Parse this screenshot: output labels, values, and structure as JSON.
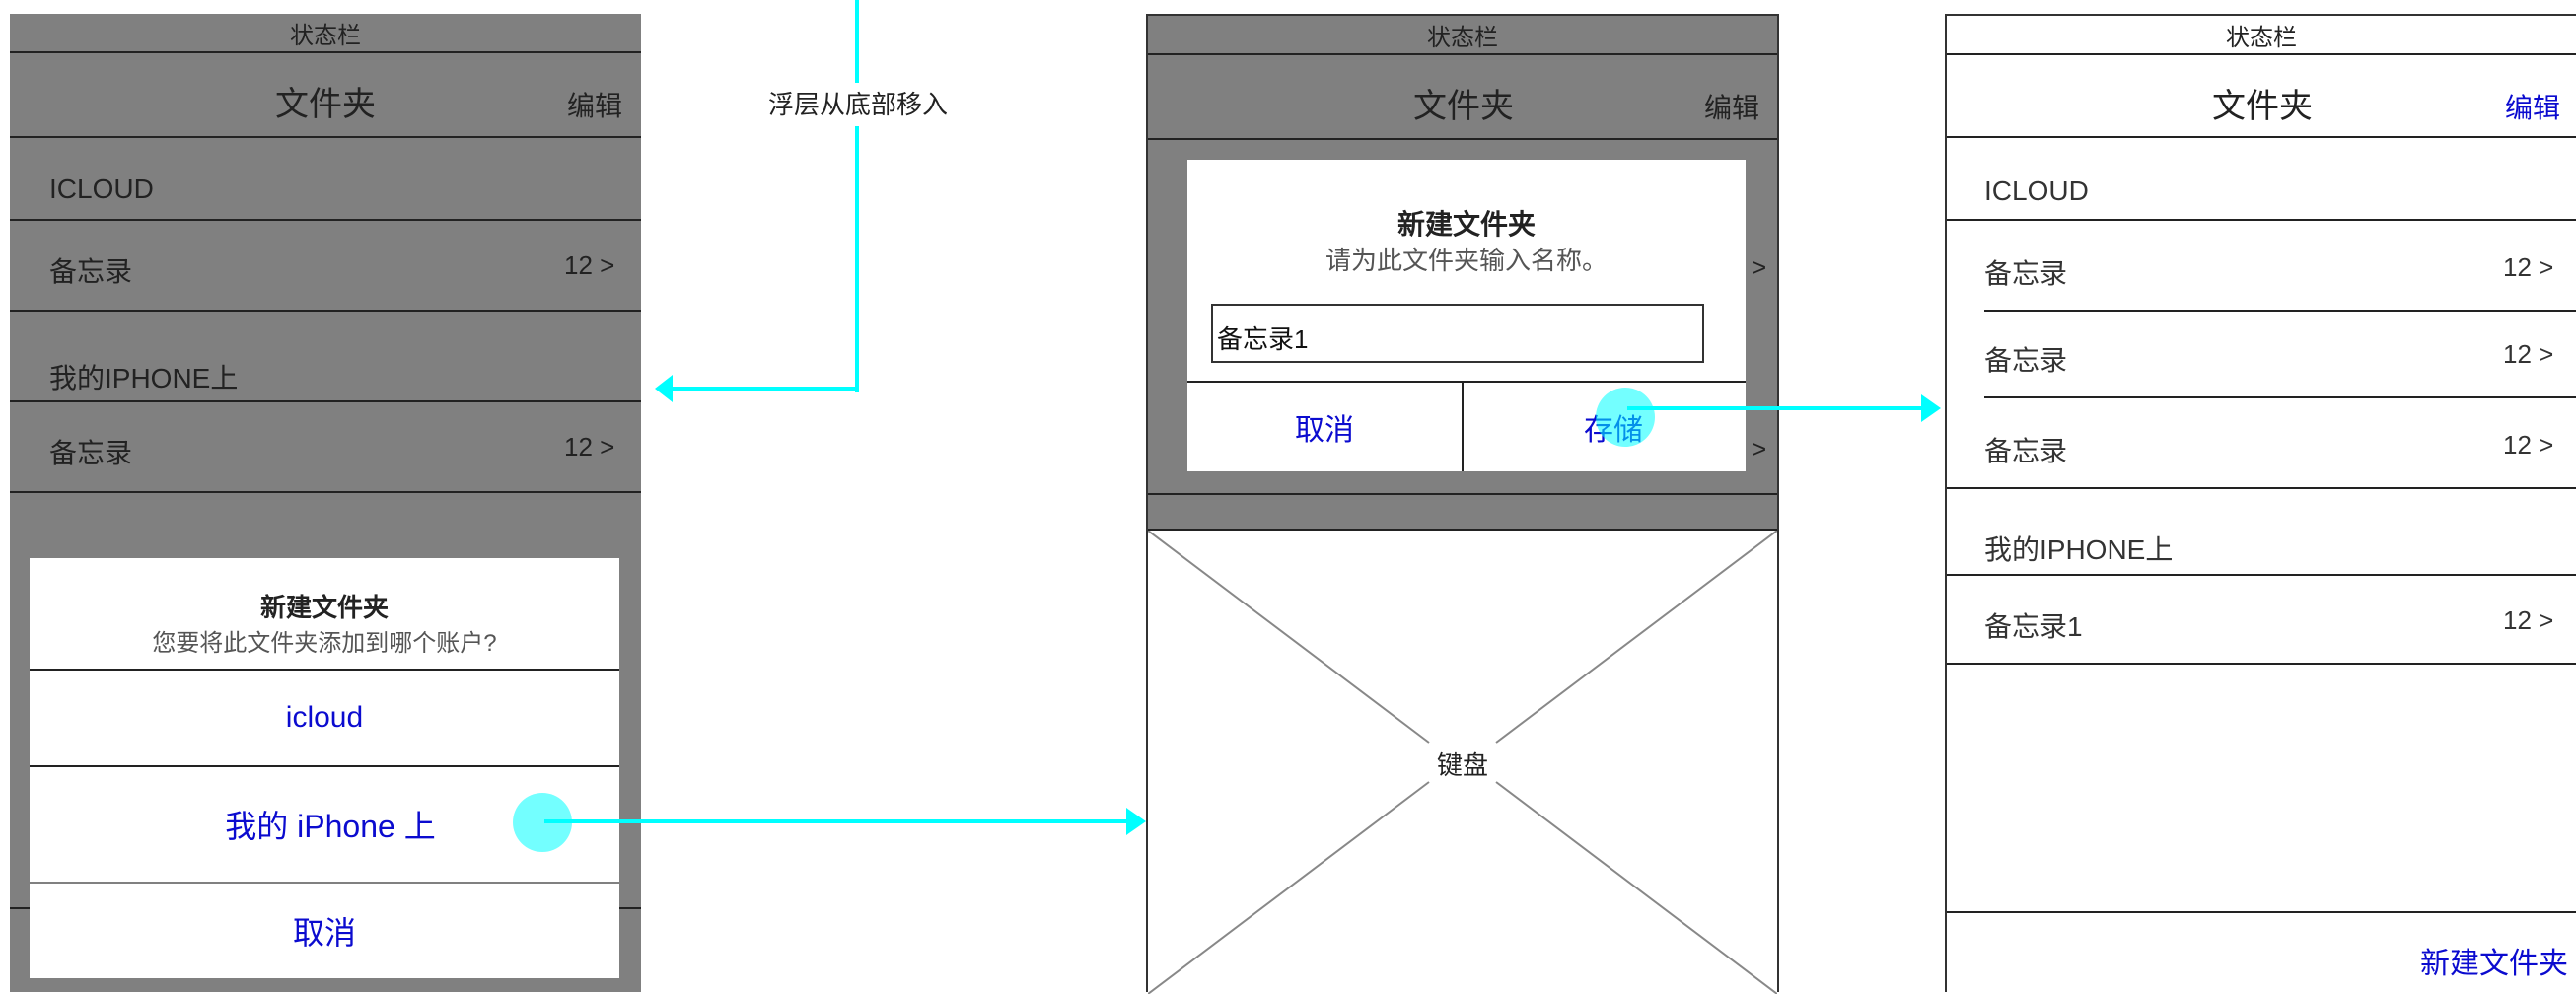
{
  "colors": {
    "overlay_gray": "#808080",
    "link_blue": "#0b0bcf",
    "annotation_cyan": "#00ffff"
  },
  "annotation": {
    "slide_in": "浮层从底部移入"
  },
  "screen1": {
    "status_bar": "状态栏",
    "nav_title": "文件夹",
    "nav_edit": "编辑",
    "sections": [
      {
        "header": "ICLOUD",
        "rows": [
          {
            "label": "备忘录",
            "count": "12 >"
          }
        ]
      },
      {
        "header": "我的IPHONE上",
        "rows": [
          {
            "label": "备忘录",
            "count": "12 >"
          }
        ]
      }
    ],
    "action_sheet": {
      "title": "新建文件夹",
      "message": "您要将此文件夹添加到哪个账户?",
      "options": [
        "icloud",
        "我的 iPhone 上"
      ],
      "cancel": "取消"
    }
  },
  "screen2": {
    "status_bar": "状态栏",
    "nav_title": "文件夹",
    "nav_edit": "编辑",
    "row_counts": [
      ">",
      ">"
    ],
    "alert": {
      "title": "新建文件夹",
      "message": "请为此文件夹输入名称。",
      "input_value": "备忘录1",
      "cancel": "取消",
      "save": "存储"
    },
    "keyboard_label": "键盘"
  },
  "screen3": {
    "status_bar": "状态栏",
    "nav_title": "文件夹",
    "nav_edit": "编辑",
    "sections": [
      {
        "header": "ICLOUD",
        "rows": [
          {
            "label": "备忘录",
            "count": "12 >"
          },
          {
            "label": "备忘录",
            "count": "12 >"
          },
          {
            "label": "备忘录",
            "count": "12 >"
          }
        ]
      },
      {
        "header": "我的IPHONE上",
        "rows": [
          {
            "label": "备忘录1",
            "count": "12 >"
          }
        ]
      }
    ],
    "new_folder": "新建文件夹"
  }
}
